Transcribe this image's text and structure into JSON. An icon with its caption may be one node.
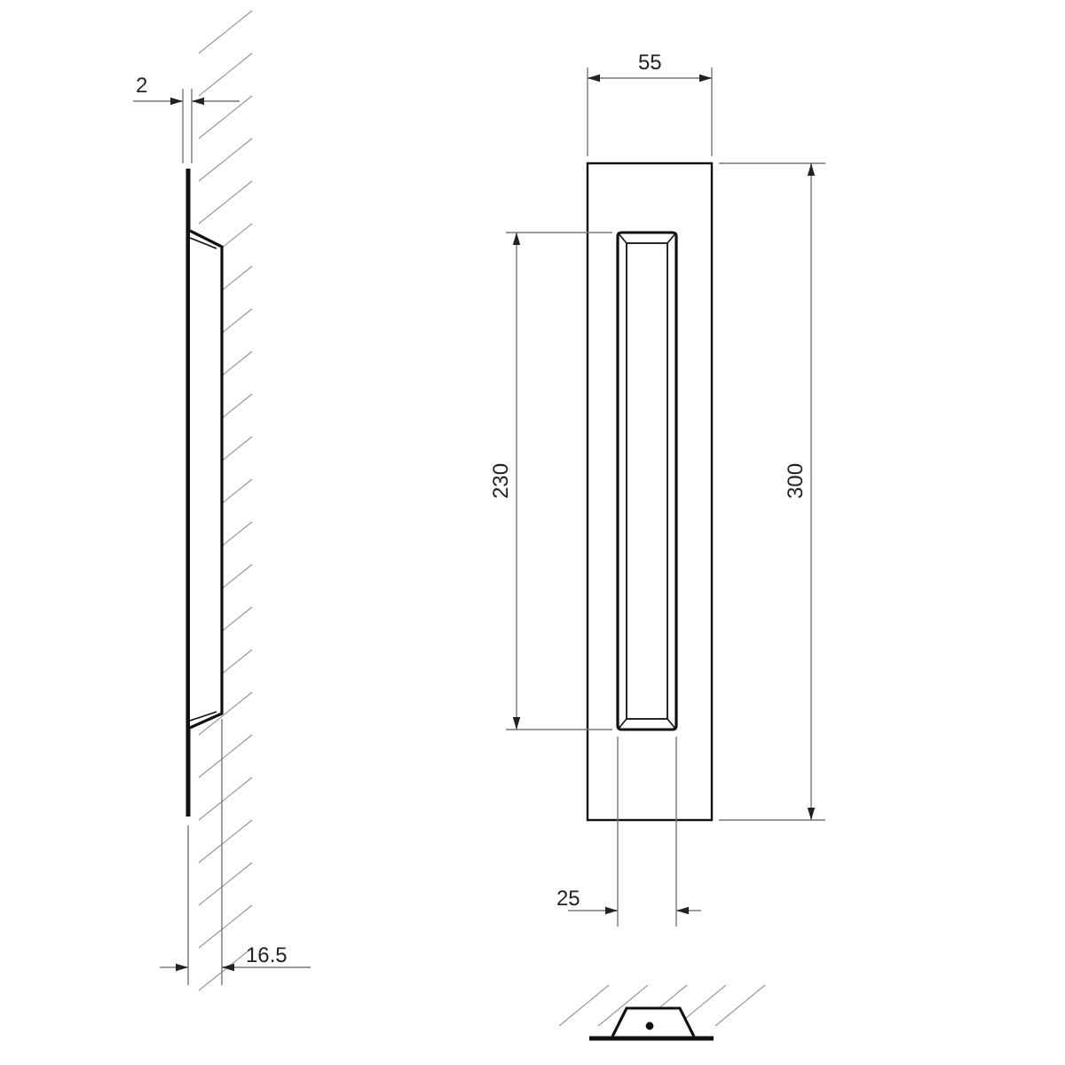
{
  "diagram": {
    "labels": [
      "55",
      "2",
      "230",
      "300",
      "25",
      "16.5"
    ]
  }
}
